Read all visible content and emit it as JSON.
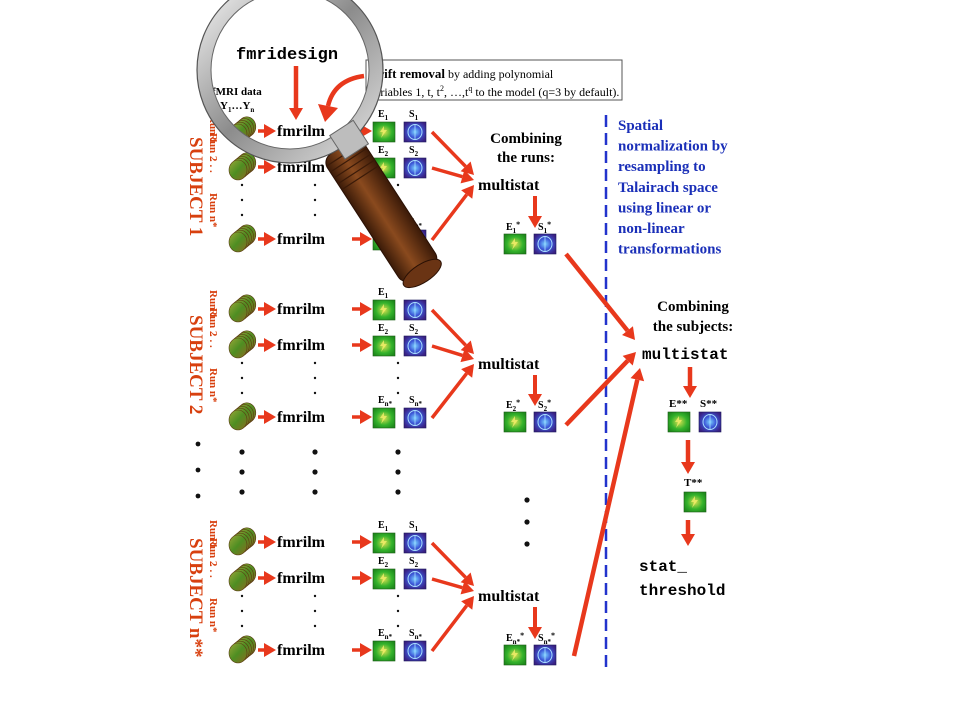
{
  "colors": {
    "arrow": "#e8381c",
    "subject_label": "#d8400f",
    "blue_text": "#1a2fb8",
    "divider": "#2233cc",
    "effect_tile": "#2fae2a",
    "sd_tile": "#3a2f9a"
  },
  "top": {
    "fmridesign": "fmridesign",
    "fmri_data": "fMRI data",
    "y_range_y": "Y",
    "y_range_sub1": "1",
    "y_range_mid": "…Y",
    "y_range_subn": "n"
  },
  "drift_note": {
    "head_bold": "Drift removal",
    "line1_rest": " by adding polynomial",
    "line2_pre": "variables 1, t, t",
    "sup2": "2",
    "line2_mid": ", …,t",
    "supq": "q",
    "line2_post": " to the model (q=3 by default)."
  },
  "subjects": [
    {
      "label": "SUBJECT 1",
      "runs": [
        "Run 1",
        "Run 2",
        ". . .",
        "Run n*"
      ],
      "rows": [
        {
          "cmd": "fmrilm",
          "E": "E",
          "Esub": "1",
          "S": "S",
          "Ssub": "1"
        },
        {
          "cmd": "fmrilm",
          "E": "E",
          "Esub": "2",
          "S": "S",
          "Ssub": "2"
        },
        {
          "cmd": "fmrilm",
          "E": "E",
          "Esub": "n*",
          "S": "S",
          "Ssub": "n*"
        }
      ],
      "stat": "multistat",
      "out_E": "E",
      "out_Esub": "1",
      "out_Esup": "*",
      "out_S": "S",
      "out_Ssub": "1",
      "out_Ssup": "*"
    },
    {
      "label": "SUBJECT 2",
      "runs": [
        "Run 1",
        "Run 2",
        ". . .",
        "Run n*"
      ],
      "rows": [
        {
          "cmd": "fmrilm",
          "E": "E",
          "Esub": "1",
          "S": "",
          "Ssub": ""
        },
        {
          "cmd": "fmrilm",
          "E": "E",
          "Esub": "2",
          "S": "S",
          "Ssub": "2"
        },
        {
          "cmd": "fmrilm",
          "E": "E",
          "Esub": "n*",
          "S": "S",
          "Ssub": "n*"
        }
      ],
      "stat": "multistat",
      "out_E": "E",
      "out_Esub": "2",
      "out_Esup": "*",
      "out_S": "S",
      "out_Ssub": "2",
      "out_Ssup": "*"
    },
    {
      "label": "SUBJECT n**",
      "runs": [
        "Run 1",
        "Run 2",
        ". . .",
        "Run n*"
      ],
      "rows": [
        {
          "cmd": "fmrilm",
          "E": "E",
          "Esub": "1",
          "S": "S",
          "Ssub": "1"
        },
        {
          "cmd": "fmrilm",
          "E": "E",
          "Esub": "2",
          "S": "S",
          "Ssub": "2"
        },
        {
          "cmd": "fmrilm",
          "E": "E",
          "Esub": "n*",
          "S": "S",
          "Ssub": "n*"
        }
      ],
      "stat": "multistat",
      "out_E": "E",
      "out_Esub": "n*",
      "out_Esup": "*",
      "out_S": "S",
      "out_Ssub": "n*",
      "out_Ssup": "*"
    }
  ],
  "combining_runs": {
    "line1": "Combining",
    "line2": "the runs:"
  },
  "spatial_note": [
    "Spatial",
    "normalization by",
    "resampling to",
    "Talairach space",
    "using linear or",
    "non-linear",
    "transformations"
  ],
  "combining_subjects": {
    "line1": "Combining",
    "line2": "the subjects:",
    "cmd": "multistat"
  },
  "final": {
    "E": "E**",
    "S": "S**",
    "T": "T**",
    "thresh_line1": "stat_",
    "thresh_line2": "threshold"
  }
}
